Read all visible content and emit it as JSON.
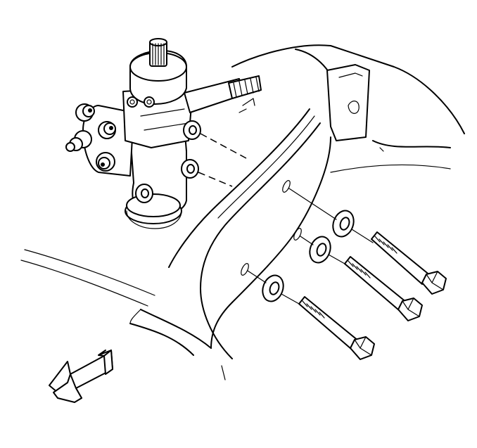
{
  "diagram": {
    "line_color": "#000000",
    "background": "#ffffff",
    "components": [
      {
        "name": "steering-gear",
        "icon": "steering-gear-icon"
      },
      {
        "name": "frame-rail",
        "icon": "frame-rail-icon"
      },
      {
        "name": "washer",
        "count": 3
      },
      {
        "name": "mounting-bolt",
        "count": 3
      }
    ],
    "direction_arrow": {
      "icon": "front-direction-arrow-icon",
      "points": "front-left"
    }
  }
}
